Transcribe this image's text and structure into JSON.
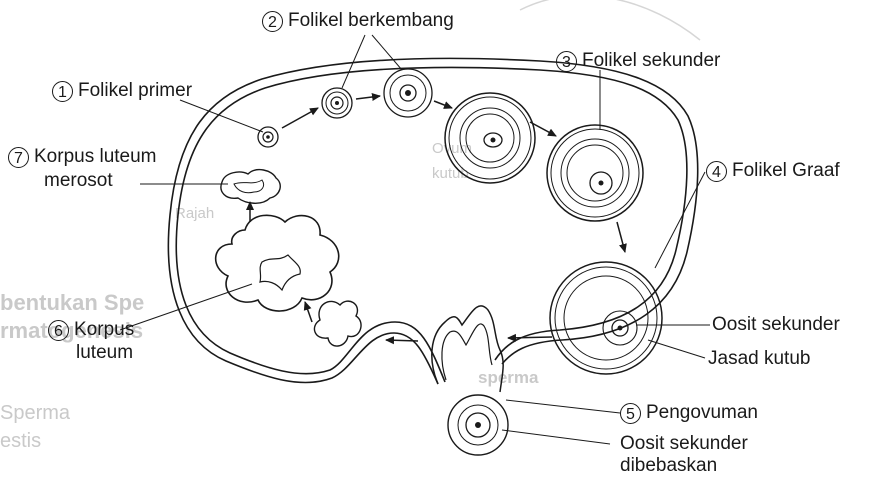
{
  "labels": {
    "l1": {
      "num": "1",
      "text": "Folikel primer"
    },
    "l2": {
      "num": "2",
      "text": "Folikel berkembang"
    },
    "l3": {
      "num": "3",
      "text": "Folikel sekunder"
    },
    "l4": {
      "num": "4",
      "text": "Folikel Graaf"
    },
    "l5": {
      "num": "5",
      "text": "Pengovuman"
    },
    "l6": {
      "num": "6",
      "line1": "Korpus",
      "line2": "luteum"
    },
    "l7": {
      "num": "7",
      "line1": "Korpus luteum",
      "line2": "merosot"
    },
    "oosit_sekunder": "Oosit sekunder",
    "jasad_kutub": "Jasad kutub",
    "oosit_dibebaskan_1": "Oosit sekunder",
    "oosit_dibebaskan_2": "dibebaskan"
  },
  "background_text": {
    "bg1": "Ovum",
    "bg2": "kutub",
    "bg3": "Rajah",
    "bg4": "bentukan Spe",
    "bg5": "rmatogenesis",
    "bg6": "Sperma",
    "bg7": "estis",
    "bg8": "sperma"
  },
  "colors": {
    "ink": "#1a1a1a",
    "ghost": "#c9c9c9"
  }
}
